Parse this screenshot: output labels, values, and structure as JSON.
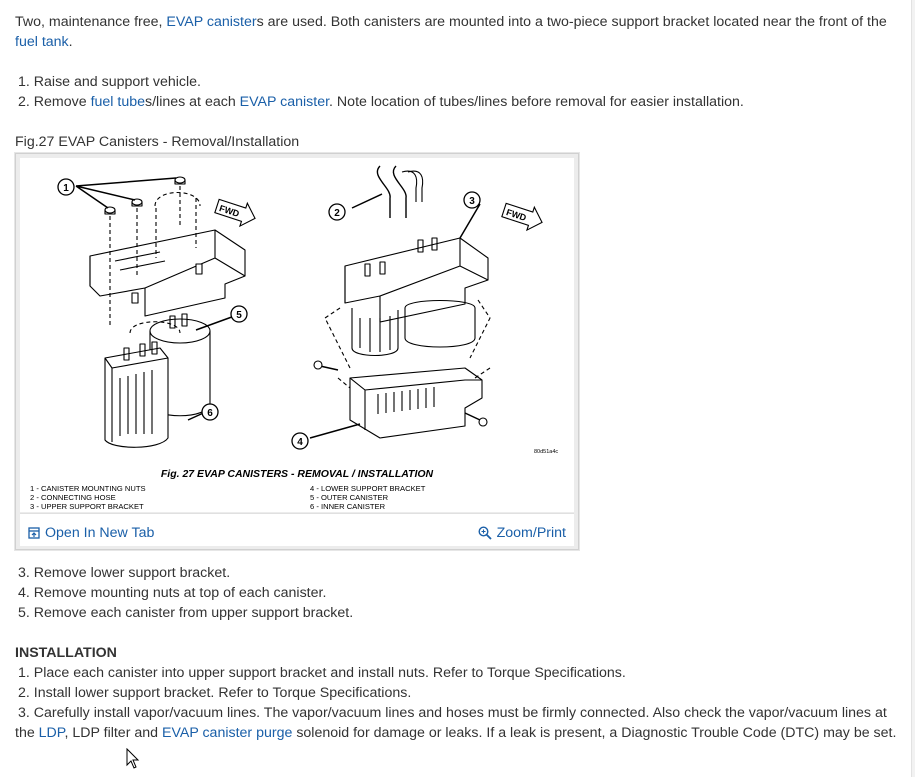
{
  "intro": {
    "t1": "Two, maintenance free, ",
    "link1": "EVAP canister",
    "t2": "s are used. Both canisters are mounted into a two-piece support bracket located near the front of the ",
    "link2": "fuel tank",
    "t3": "."
  },
  "steps_a": [
    {
      "num": "1.",
      "text": "Raise and support vehicle."
    },
    {
      "num": "2.",
      "pre": "Remove ",
      "link1": "fuel tube",
      "mid": "s/lines at each ",
      "link2": "EVAP canister",
      "post": ". Note location of tubes/lines before removal for easier installation."
    }
  ],
  "figure": {
    "caption": "Fig.27 EVAP Canisters - Removal/Installation",
    "inner_title": "Fig. 27 EVAP CANISTERS - REMOVAL / INSTALLATION",
    "legend_left": [
      "1 - CANISTER MOUNTING NUTS",
      "2 - CONNECTING HOSE",
      "3 - UPPER SUPPORT BRACKET"
    ],
    "legend_right": [
      "4 - LOWER SUPPORT BRACKET",
      "5 - OUTER CANISTER",
      "6 - INNER CANISTER"
    ],
    "callouts": [
      "1",
      "2",
      "3",
      "4",
      "5",
      "6"
    ],
    "fwd_label": "FWD",
    "code": "80d51a4c",
    "open_label": "Open In New Tab",
    "zoom_label": "Zoom/Print"
  },
  "steps_b": [
    {
      "num": "3.",
      "text": "Remove lower support bracket."
    },
    {
      "num": "4.",
      "text": "Remove mounting nuts at top of each canister."
    },
    {
      "num": "5.",
      "text": "Remove each canister from upper support bracket."
    }
  ],
  "installation": {
    "heading": "INSTALLATION",
    "s1": {
      "num": "1.",
      "text": "Place each canister into upper support bracket and install nuts. Refer to Torque Specifications."
    },
    "s2": {
      "num": "2.",
      "text": "Install lower support bracket. Refer to Torque Specifications."
    },
    "s3": {
      "num": "3.",
      "t1": "Carefully install vapor/vacuum lines. The vapor/vacuum lines and hoses must be firmly connected. Also check the vapor/vacuum lines at the ",
      "link1": "LDP",
      "t2": ", LDP filter and ",
      "link2": "EVAP canister purge",
      "t3": " solenoid for damage or leaks. If a leak is present, a Diagnostic Trouble Code (DTC) may be set."
    }
  },
  "colors": {
    "link": "#1a5fa8",
    "text": "#333333"
  }
}
